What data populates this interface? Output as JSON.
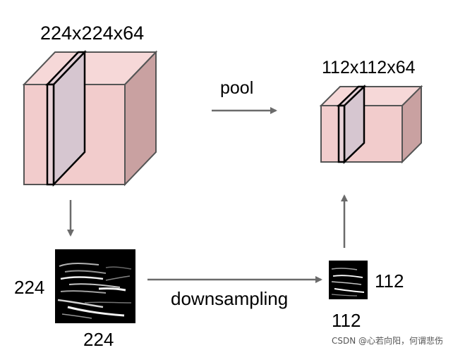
{
  "labels": {
    "input_dims": "224x224x64",
    "output_dims": "112x112x64",
    "pool": "pool",
    "downsampling": "downsampling",
    "input_height": "224",
    "input_width": "224",
    "output_height": "112",
    "output_width": "112"
  },
  "watermark": "CSDN @心若向阳，何谓悲伤",
  "colors": {
    "cube_front": "#f2cccc",
    "cube_top": "#f6d8d8",
    "cube_side": "#c9a1a1",
    "slice": "#d6c6d0",
    "edge": "#555555",
    "arrow": "#6b6b6b",
    "activation_bg": "#000000"
  }
}
